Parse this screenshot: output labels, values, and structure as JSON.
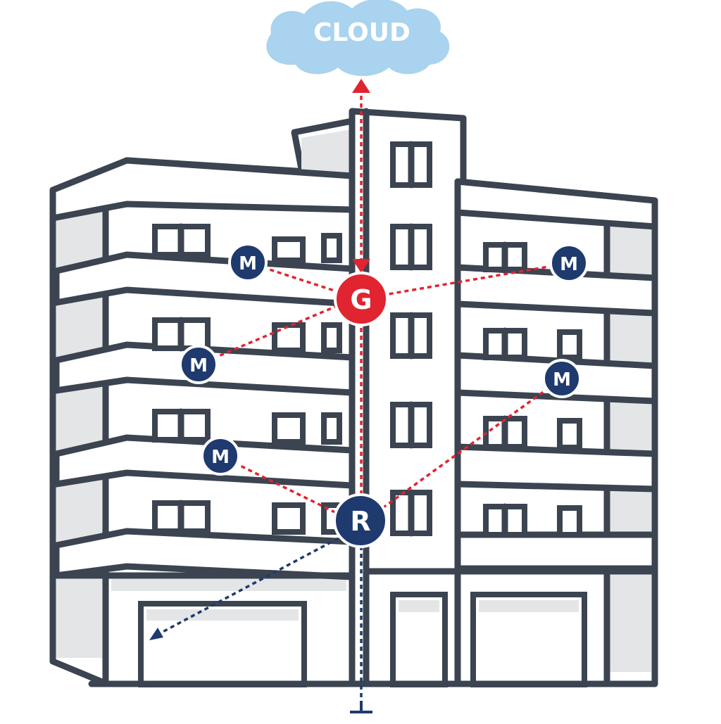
{
  "cloud": {
    "label": "CLOUD",
    "color": "#a9d3ee",
    "text_color": "#ffffff"
  },
  "nodes": {
    "gateway": {
      "label": "G",
      "color": "#e02430"
    },
    "router": {
      "label": "R",
      "color": "#1e3a6e"
    },
    "mesh_label": "M",
    "mesh_color": "#1e3a6e"
  },
  "colors": {
    "building_outline": "#3b4450",
    "building_shade": "#e4e5e7",
    "red_link": "#e02430",
    "blue_link": "#1e3a6e"
  }
}
